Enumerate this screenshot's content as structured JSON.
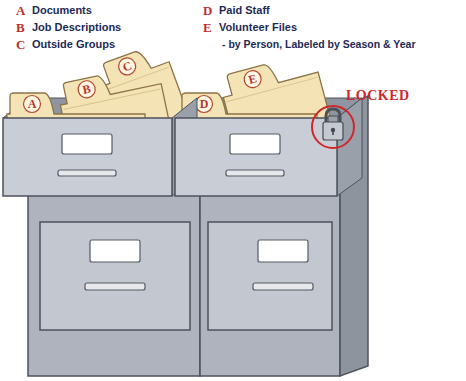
{
  "diagram": {
    "nodes": [
      {
        "text": [
          "A"
        ]
      },
      {
        "text": [
          "B"
        ]
      },
      {
        "text": [
          "C"
        ]
      },
      {
        "text": [
          "D"
        ]
      },
      {
        "text": [
          "E"
        ]
      }
    ],
    "labels": [
      "A",
      "Documents",
      "B",
      "Job Descriptions",
      "C",
      "Outside Groups",
      "D",
      "Paid Staff",
      "E",
      "Volunteer Files",
      "- by Person, Labeled by Season & Year",
      "LOCKED"
    ]
  }
}
